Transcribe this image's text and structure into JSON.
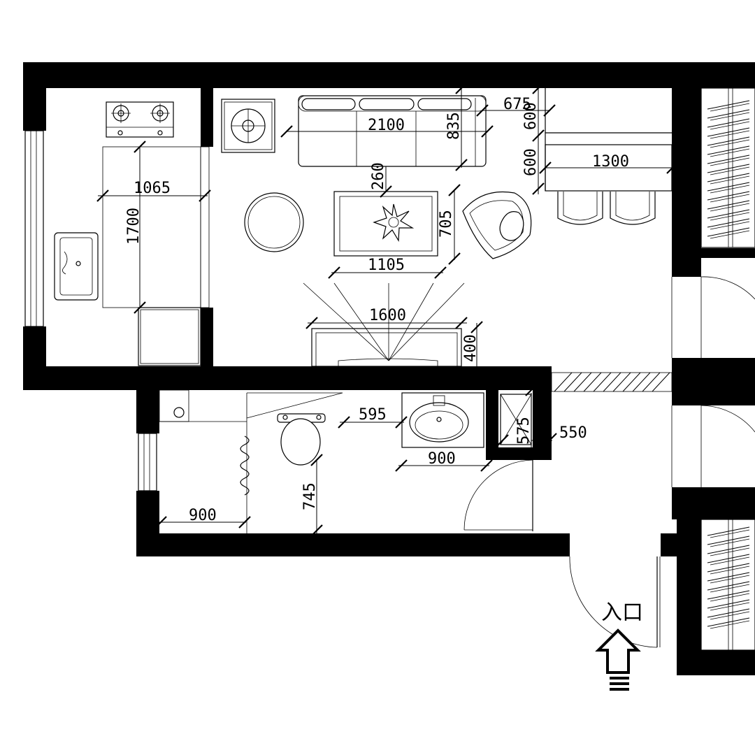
{
  "plan": {
    "entrance_label": "入口",
    "dimensions": {
      "sofa_length": "2100",
      "sofa_depth": "835",
      "side_gap": "675",
      "dining_upper": "600",
      "dining_lower": "600",
      "dining_table": "1300",
      "kitchen_width": "1065",
      "kitchen_length": "1700",
      "coffee_gap": "260",
      "coffee_depth": "705",
      "coffee_width": "1105",
      "tv_width": "1600",
      "tv_depth": "400",
      "wc_gap": "595",
      "shower_a": "575",
      "shower_b": "550",
      "basin_width": "900",
      "wc_depth": "745",
      "laundry_width": "900"
    }
  }
}
